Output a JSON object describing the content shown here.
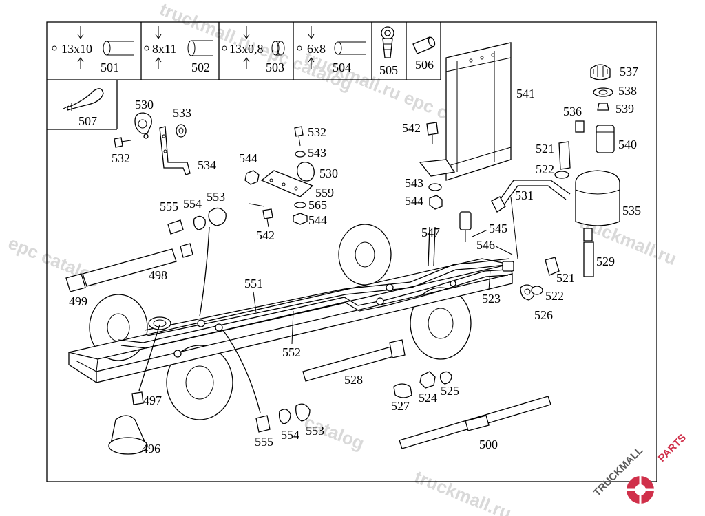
{
  "header_table": [
    {
      "dim": "13x10",
      "ref": "501"
    },
    {
      "dim": "8x11",
      "ref": "502"
    },
    {
      "dim": "13x0,8",
      "ref": "503"
    },
    {
      "dim": "6x8",
      "ref": "504"
    },
    {
      "dim": "",
      "ref": "505"
    },
    {
      "dim": "",
      "ref": "506"
    }
  ],
  "callouts": {
    "c507": "507",
    "c530a": "530",
    "c533": "533",
    "c532a": "532",
    "c534": "534",
    "c532b": "532",
    "c543a": "543",
    "c530b": "530",
    "c544a": "544",
    "c559": "559",
    "c565": "565",
    "c544b": "544",
    "c542a": "542",
    "c541": "541",
    "c542b": "542",
    "c543b": "543",
    "c544c": "544",
    "c537": "537",
    "c538": "538",
    "c536": "536",
    "c539": "539",
    "c540": "540",
    "c521a": "521",
    "c522a": "522",
    "c531": "531",
    "c535": "535",
    "c545": "545",
    "c546": "546",
    "c547": "547",
    "c529": "529",
    "c521b": "521",
    "c522b": "522",
    "c523": "523",
    "c526": "526",
    "c555a": "555",
    "c554a": "554",
    "c553a": "553",
    "c498": "498",
    "c499": "499",
    "c551": "551",
    "c552": "552",
    "c528": "528",
    "c527": "527",
    "c524": "524",
    "c525": "525",
    "c497": "497",
    "c496": "496",
    "c555b": "555",
    "c554b": "554",
    "c553b": "553",
    "c500": "500"
  },
  "watermarks": [
    "truckmall.ru epc catalog",
    "epc catalog",
    "truckmall.ru epc catalog",
    "catalog",
    "truckmall.ru",
    "truckmall.ru"
  ],
  "logo": {
    "text_a": "TRUCKMALL",
    "text_b": "PARTS",
    "accent_color": "#d0304a"
  }
}
